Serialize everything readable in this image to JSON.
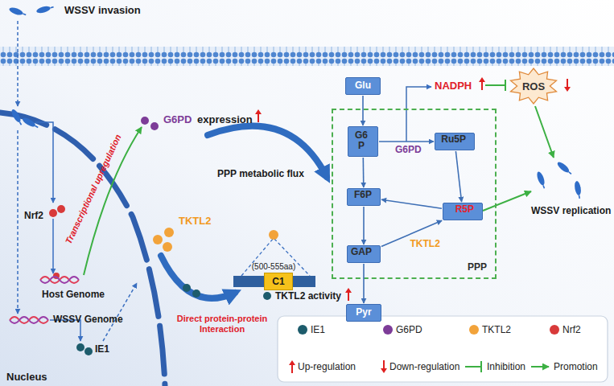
{
  "diagram": {
    "nodes": [
      {
        "text": [
          "C1"
        ]
      },
      {
        "text": [
          "Glu"
        ]
      },
      {
        "text": [
          "PPP"
        ]
      },
      {
        "text": [
          "G6 P"
        ],
        "in": 2
      },
      {
        "text": [
          "Ru5P"
        ],
        "in": 2
      },
      {
        "text": [
          "F6P"
        ],
        "in": 2
      },
      {
        "text": [
          "R5P"
        ],
        "in": 2
      },
      {
        "text": [
          "GAP"
        ],
        "in": 2
      },
      {
        "text": [
          "Pyr"
        ]
      },
      {
        "text": [
          "ROS"
        ]
      }
    ],
    "edges": [
      {
        "from": 1,
        "to": 3,
        "arrow": "to"
      },
      {
        "from": 3,
        "to": 4,
        "label": "G6PD",
        "arrow": "to"
      },
      {
        "from": 3,
        "to": 5,
        "arrow": "to"
      },
      {
        "from": 4,
        "to": 6,
        "arrow": "to"
      },
      {
        "from": 6,
        "to": 5,
        "arrow": "to"
      },
      {
        "from": 7,
        "to": 6,
        "label": "TKTL2",
        "arrow": "to"
      },
      {
        "from": 5,
        "to": 7,
        "arrow": "to"
      },
      {
        "from": 7,
        "to": 8,
        "arrow": "to"
      }
    ],
    "labels": [
      "WSSV invasion",
      "G6PD",
      "expression",
      "Transcriptional upregulation",
      "TKTL2",
      "(500-555aa)",
      "TKTL2 activity",
      "PPP metabolic flux",
      "Direct protein-protein Interaction",
      "Nrf2",
      "Host Genome",
      "WSSV Genome",
      "IE1",
      "Nucleus",
      "NADPH",
      "WSSV replication"
    ],
    "legend": [
      {
        "text": "IE1",
        "color": "#1d5c6c"
      },
      {
        "text": "G6PD",
        "color": "#7d3c98"
      },
      {
        "text": "TKTL2",
        "color": "#f2a33a"
      },
      {
        "text": "Nrf2",
        "color": "#d83a3a"
      },
      {
        "text": "Up-regulation"
      },
      {
        "text": "Down-regulation"
      },
      {
        "text": "Inhibition"
      },
      {
        "text": "Promotion"
      }
    ]
  }
}
